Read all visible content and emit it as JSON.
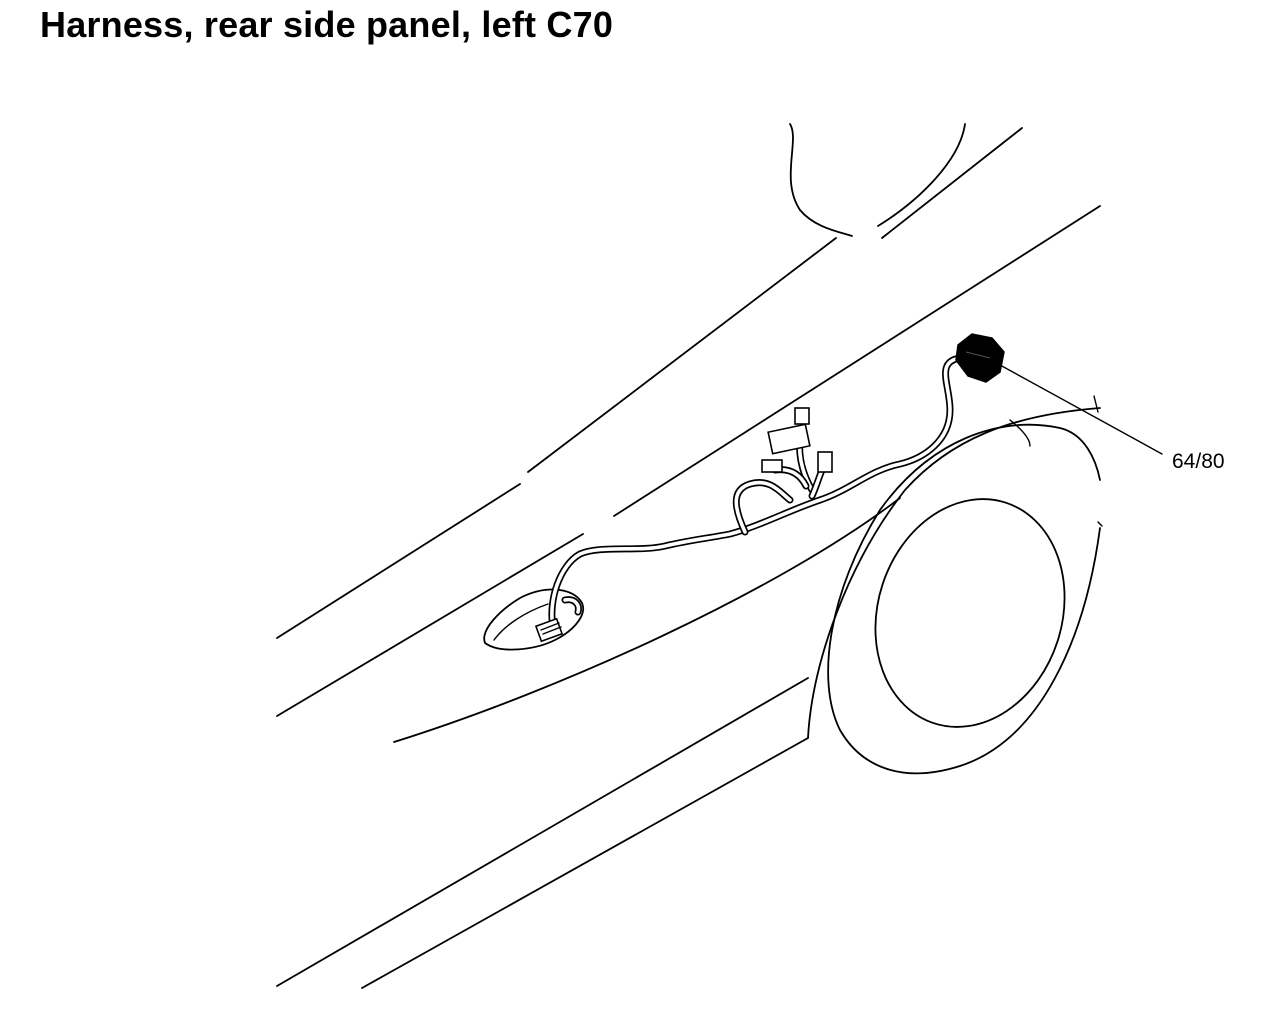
{
  "title": "Harness, rear side panel, left C70",
  "callouts": [
    {
      "label": "64/80",
      "target": "grommet-connector"
    }
  ]
}
